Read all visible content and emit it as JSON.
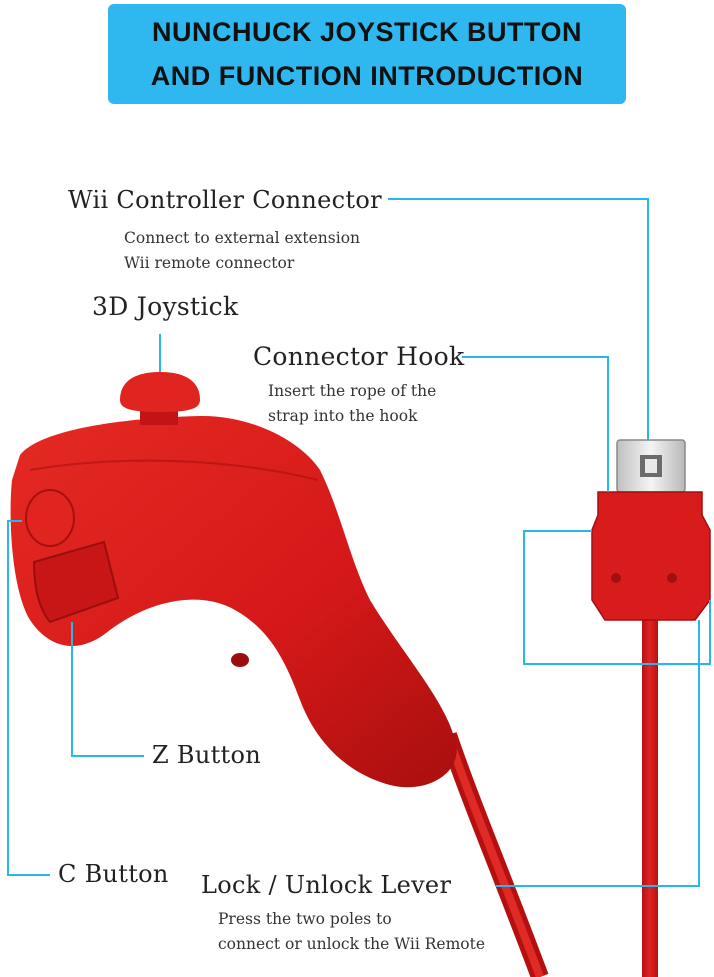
{
  "banner": {
    "line1": "NUNCHUCK  JOYSTICK  BUTTON",
    "line2": "AND FUNCTION  INTRODUCTION"
  },
  "labels": {
    "wii_connector": {
      "title": "Wii Controller Connector",
      "desc1": "Connect to external extension",
      "desc2": "Wii remote connector"
    },
    "joystick": {
      "title": "3D Joystick"
    },
    "connector_hook": {
      "title": "Connector Hook",
      "desc1": "Insert the rope of the",
      "desc2": "strap into the hook"
    },
    "z_button": {
      "title": "Z Button"
    },
    "c_button": {
      "title": "C Button"
    },
    "lock_lever": {
      "title": "Lock / Unlock Lever",
      "desc1": "Press the two poles to",
      "desc2": "connect or unlock the Wii Remote"
    }
  },
  "colors": {
    "banner": "#2fb7ef",
    "leader_line": "#29b6ee",
    "product_red": "#d81c1c",
    "product_red_dark": "#a80f0f"
  }
}
